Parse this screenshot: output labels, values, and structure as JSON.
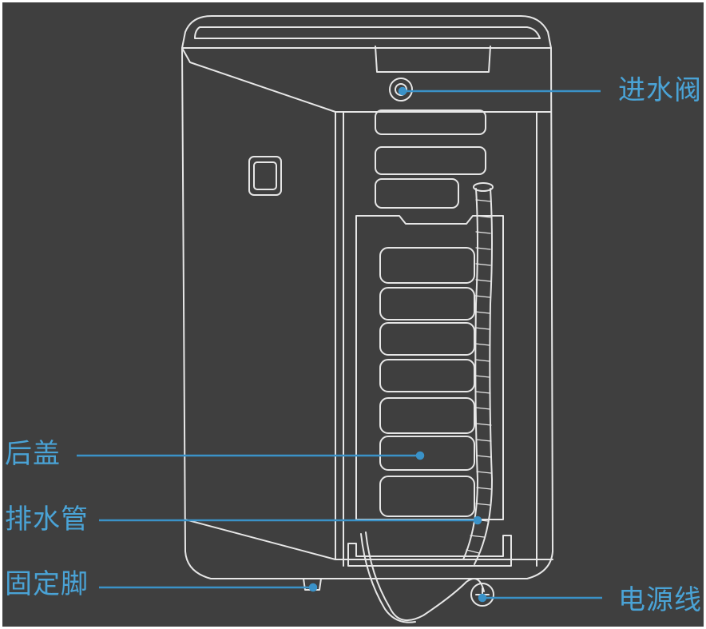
{
  "labels": {
    "inlet_valve": "进水阀",
    "rear_cover": "后盖",
    "drain_hose": "排水管",
    "fixed_feet": "固定脚",
    "power_cord": "电源线"
  },
  "colors": {
    "background": "#3f3f3f",
    "outline": "#e6e6e6",
    "callout": "#3a92c8",
    "label_text": "#4aa3d6"
  }
}
